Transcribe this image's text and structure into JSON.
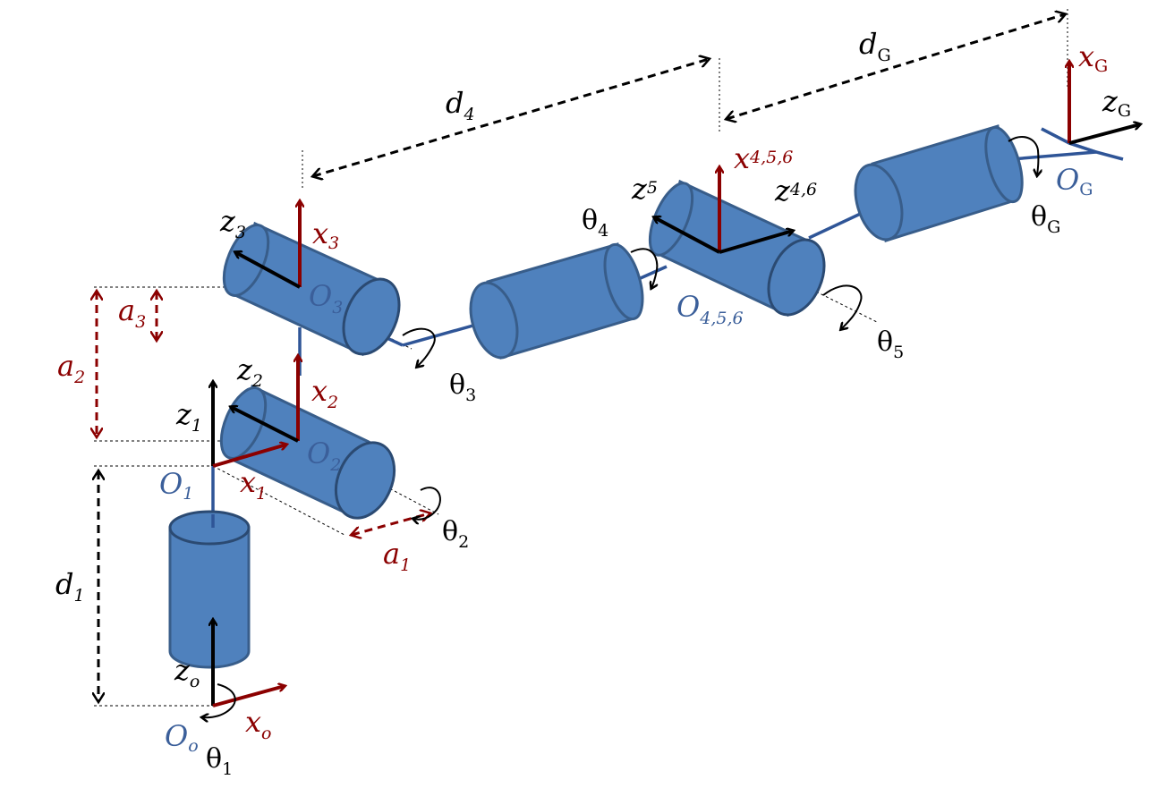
{
  "diagram": {
    "colors": {
      "link_body": "#4f81bd",
      "link_outline": "#385d8a",
      "shaft": "#2f5597",
      "x_axis": "#8b0000",
      "z_axis": "#000000",
      "origin_label": "#3b5f9a",
      "dimension_red": "#8b0000",
      "dimension_black": "#000000"
    },
    "icons": {
      "joint": "cylinder-joint-icon",
      "rotation": "curved-rotation-arrow-icon",
      "dimension": "double-arrow-dimension-icon"
    },
    "labels": {
      "d4": {
        "main": "d",
        "sub": "4"
      },
      "dG": {
        "main": "d",
        "sub": "G"
      },
      "xG": {
        "main": "x",
        "sub": "G"
      },
      "zG": {
        "main": "z",
        "sub": "G"
      },
      "OG": {
        "main": "O",
        "sub": "G"
      },
      "thetaG": {
        "main": "θ",
        "sub": "G"
      },
      "x456": {
        "main": "x",
        "sub": "4,5,6"
      },
      "z5": {
        "main": "z",
        "sub": "5"
      },
      "z46": {
        "main": "z",
        "sub": "4,6"
      },
      "theta4": {
        "main": "θ",
        "sub": "4"
      },
      "O456": {
        "main": "O",
        "sub": "4,5,6"
      },
      "theta5": {
        "main": "θ",
        "sub": "5"
      },
      "z3": {
        "main": "z",
        "sub": "3"
      },
      "x3": {
        "main": "x",
        "sub": "3"
      },
      "O3": {
        "main": "O",
        "sub": "3"
      },
      "a3": {
        "main": "a",
        "sub": "3"
      },
      "a2": {
        "main": "a",
        "sub": "2"
      },
      "theta3": {
        "main": "θ",
        "sub": "3"
      },
      "z2": {
        "main": "z",
        "sub": "2"
      },
      "x2": {
        "main": "x",
        "sub": "2"
      },
      "O2": {
        "main": "O",
        "sub": "2"
      },
      "z1": {
        "main": "z",
        "sub": "1"
      },
      "O1": {
        "main": "O",
        "sub": "1"
      },
      "x1": {
        "main": "x",
        "sub": "1"
      },
      "theta2": {
        "main": "θ",
        "sub": "2"
      },
      "a1": {
        "main": "a",
        "sub": "1"
      },
      "d1": {
        "main": "d",
        "sub": "1"
      },
      "z0": {
        "main": "z",
        "sub": "o"
      },
      "x0": {
        "main": "x",
        "sub": "o"
      },
      "O0": {
        "main": "O",
        "sub": "o"
      },
      "theta1": {
        "main": "θ",
        "sub": "1"
      }
    }
  }
}
